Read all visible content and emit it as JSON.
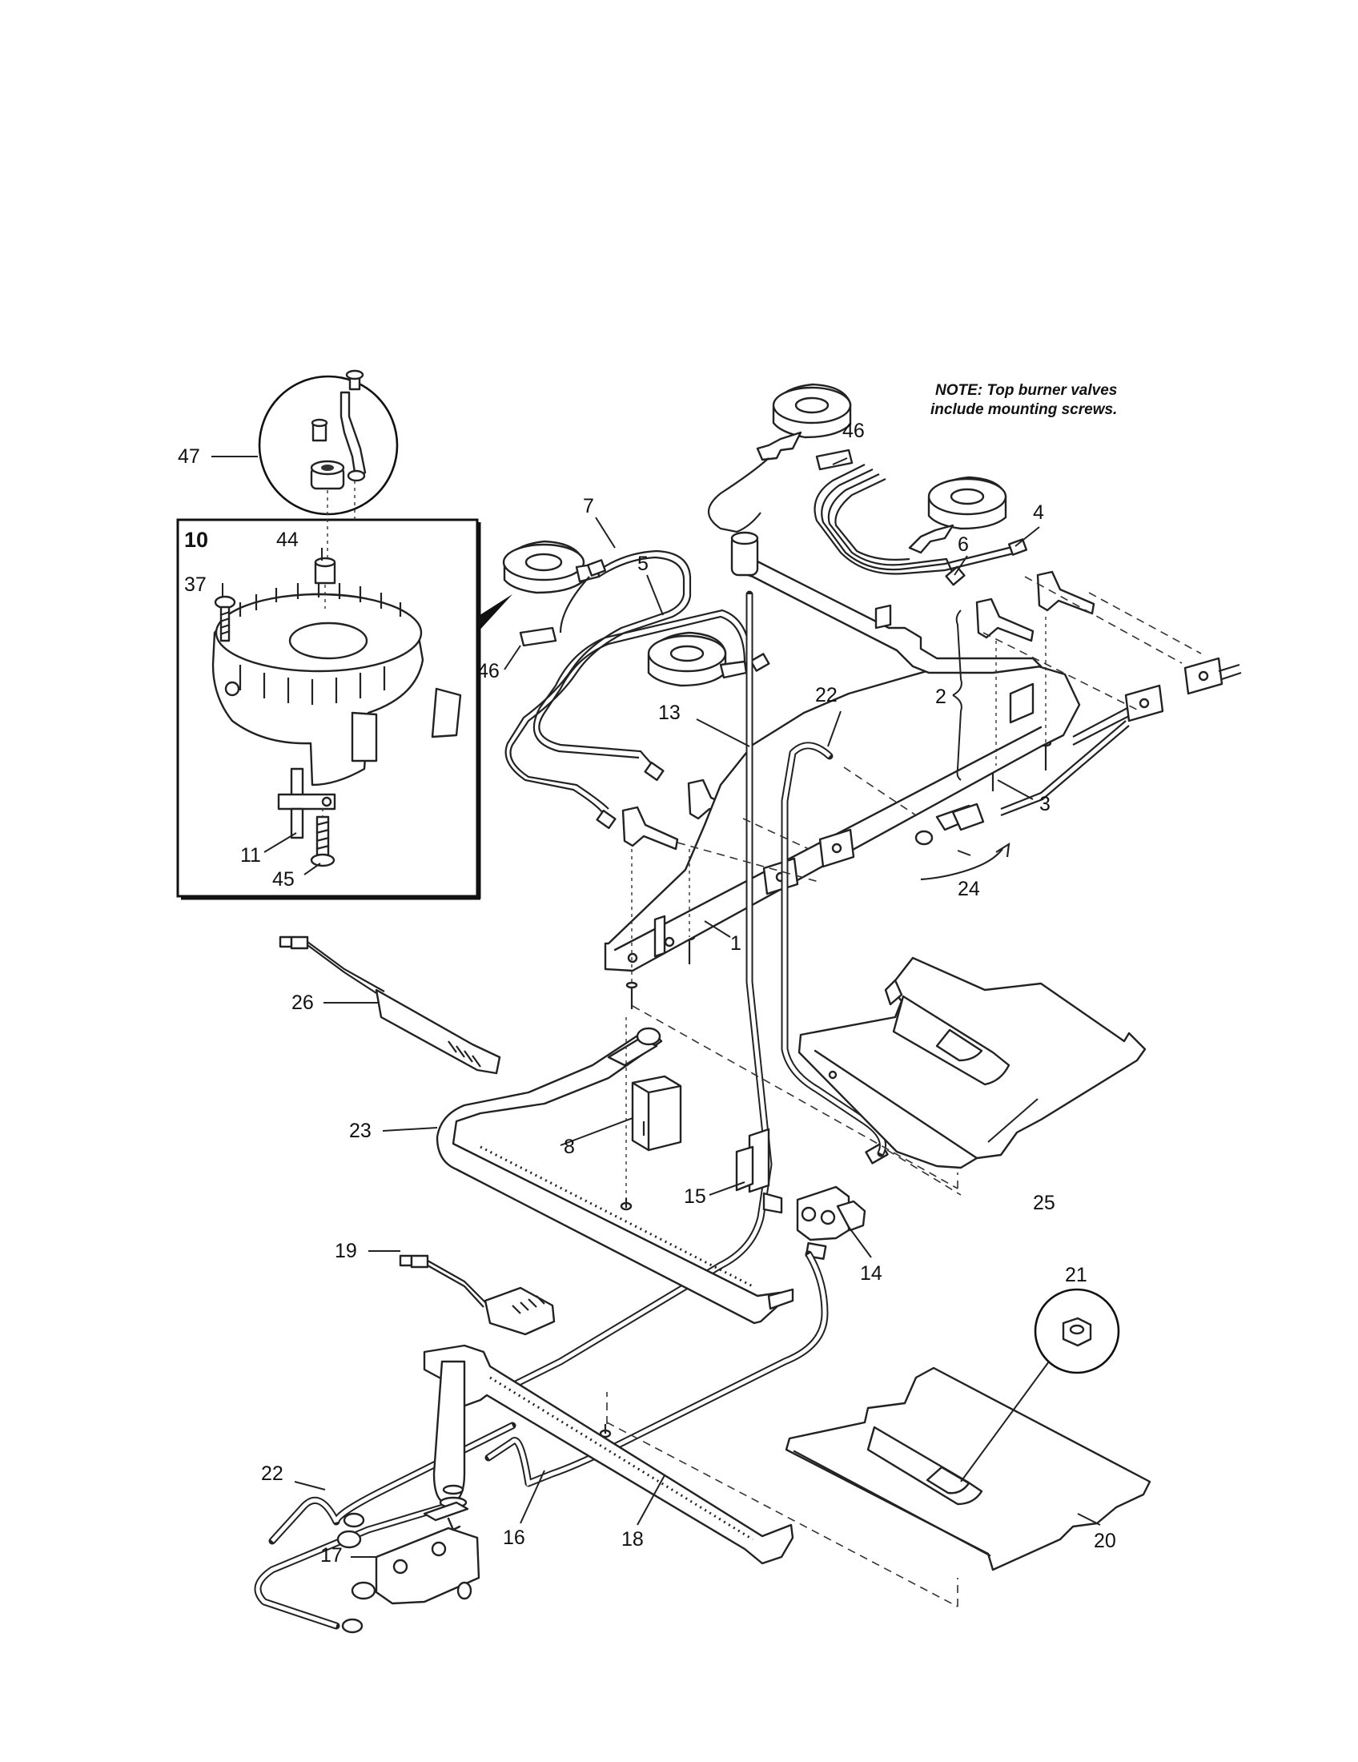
{
  "note": {
    "line1": "NOTE: Top burner valves",
    "line2": "include mounting screws."
  },
  "inset_label": "10",
  "callouts": {
    "c1": "1",
    "c2": "2",
    "c3": "3",
    "c4": "4",
    "c5": "5",
    "c6": "6",
    "c7": "7",
    "c8": "8",
    "c11": "11",
    "c13": "13",
    "c14": "14",
    "c15": "15",
    "c16": "16",
    "c17": "17",
    "c18": "18",
    "c19": "19",
    "c20": "20",
    "c21": "21",
    "c22a": "22",
    "c22b": "22",
    "c23": "23",
    "c24": "24",
    "c25": "25",
    "c26": "26",
    "c37": "37",
    "c44": "44",
    "c45": "45",
    "c46a": "46",
    "c46b": "46",
    "c47": "47"
  }
}
